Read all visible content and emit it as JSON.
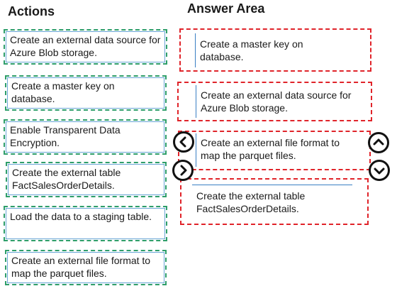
{
  "headings": {
    "actions": "Actions",
    "answer_area": "Answer Area"
  },
  "actions": [
    {
      "text": "Create an external data source for Azure Blob storage."
    },
    {
      "text": "Create a master key on database."
    },
    {
      "text": "Enable Transparent Data Encryption."
    },
    {
      "text": "Create the external table FactSalesOrderDetails."
    },
    {
      "text": "Load the data to a staging table."
    },
    {
      "text": "Create an external file format to map the parquet files."
    }
  ],
  "answers": [
    {
      "text": "Create a master key on database."
    },
    {
      "text": "Create an external data source for Azure Blob storage."
    },
    {
      "text": "Create an external file format to map the parquet files."
    },
    {
      "text": "Create the external table FactSalesOrderDetails."
    }
  ],
  "controls": {
    "left_icon": "chevron-left-circle-icon",
    "right_icon": "chevron-right-circle-icon",
    "up_icon": "chevron-up-circle-icon",
    "down_icon": "chevron-down-circle-icon",
    "colors": {
      "action_border": "#2e9e6a",
      "slot_border": "#e0242a",
      "item_line": "#3a7fc4"
    }
  }
}
